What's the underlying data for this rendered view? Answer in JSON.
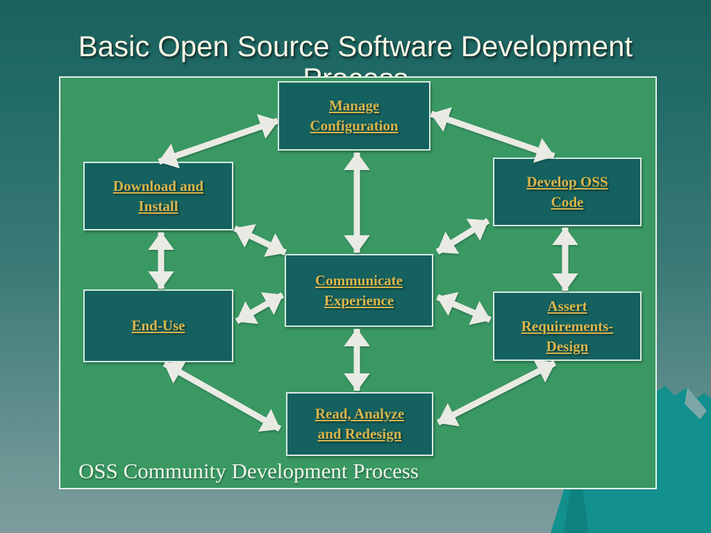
{
  "slide": {
    "title_line1": "Basic Open Source Software Development",
    "title_line2": "Process",
    "caption": "OSS Community Development Process"
  },
  "diagram": {
    "nodes": [
      {
        "id": "manage-configuration",
        "lines": [
          "Manage",
          "Configuration"
        ]
      },
      {
        "id": "download-and-install",
        "lines": [
          "Download and",
          "Install"
        ]
      },
      {
        "id": "develop-oss-code",
        "lines": [
          "Develop OSS",
          "Code"
        ]
      },
      {
        "id": "communicate-experience",
        "lines": [
          "Communicate",
          "Experience"
        ]
      },
      {
        "id": "end-use",
        "lines": [
          "End-Use"
        ]
      },
      {
        "id": "assert-requirements-design",
        "lines": [
          "Assert",
          "Requirements-",
          "Design"
        ]
      },
      {
        "id": "read-analyze-redesign",
        "lines": [
          "Read, Analyze",
          "and Redesign"
        ]
      }
    ],
    "connections": [
      {
        "from": "manage-configuration",
        "to": "download-and-install",
        "bidirectional": true
      },
      {
        "from": "manage-configuration",
        "to": "develop-oss-code",
        "bidirectional": true
      },
      {
        "from": "manage-configuration",
        "to": "communicate-experience",
        "bidirectional": true
      },
      {
        "from": "download-and-install",
        "to": "end-use",
        "bidirectional": true
      },
      {
        "from": "develop-oss-code",
        "to": "assert-requirements-design",
        "bidirectional": true
      },
      {
        "from": "download-and-install",
        "to": "communicate-experience",
        "bidirectional": true
      },
      {
        "from": "communicate-experience",
        "to": "develop-oss-code",
        "bidirectional": true
      },
      {
        "from": "end-use",
        "to": "communicate-experience",
        "bidirectional": true
      },
      {
        "from": "communicate-experience",
        "to": "assert-requirements-design",
        "bidirectional": true
      },
      {
        "from": "communicate-experience",
        "to": "read-analyze-redesign",
        "bidirectional": true
      },
      {
        "from": "end-use",
        "to": "read-analyze-redesign",
        "bidirectional": true
      },
      {
        "from": "assert-requirements-design",
        "to": "read-analyze-redesign",
        "bidirectional": true
      }
    ]
  },
  "colors": {
    "background_top": "#1a615e",
    "background_bottom": "#7d9d9c",
    "panel_green": "#3a9863",
    "panel_border": "#e9f0e8",
    "node_fill": "#14615f",
    "node_border": "#d9ebe2",
    "node_text_gold": "#d9b54d",
    "arrow": "#eaeae4",
    "title_text": "#f8f6e6",
    "caption_text": "#eff6ea",
    "mountain_teal": "#12908e"
  }
}
